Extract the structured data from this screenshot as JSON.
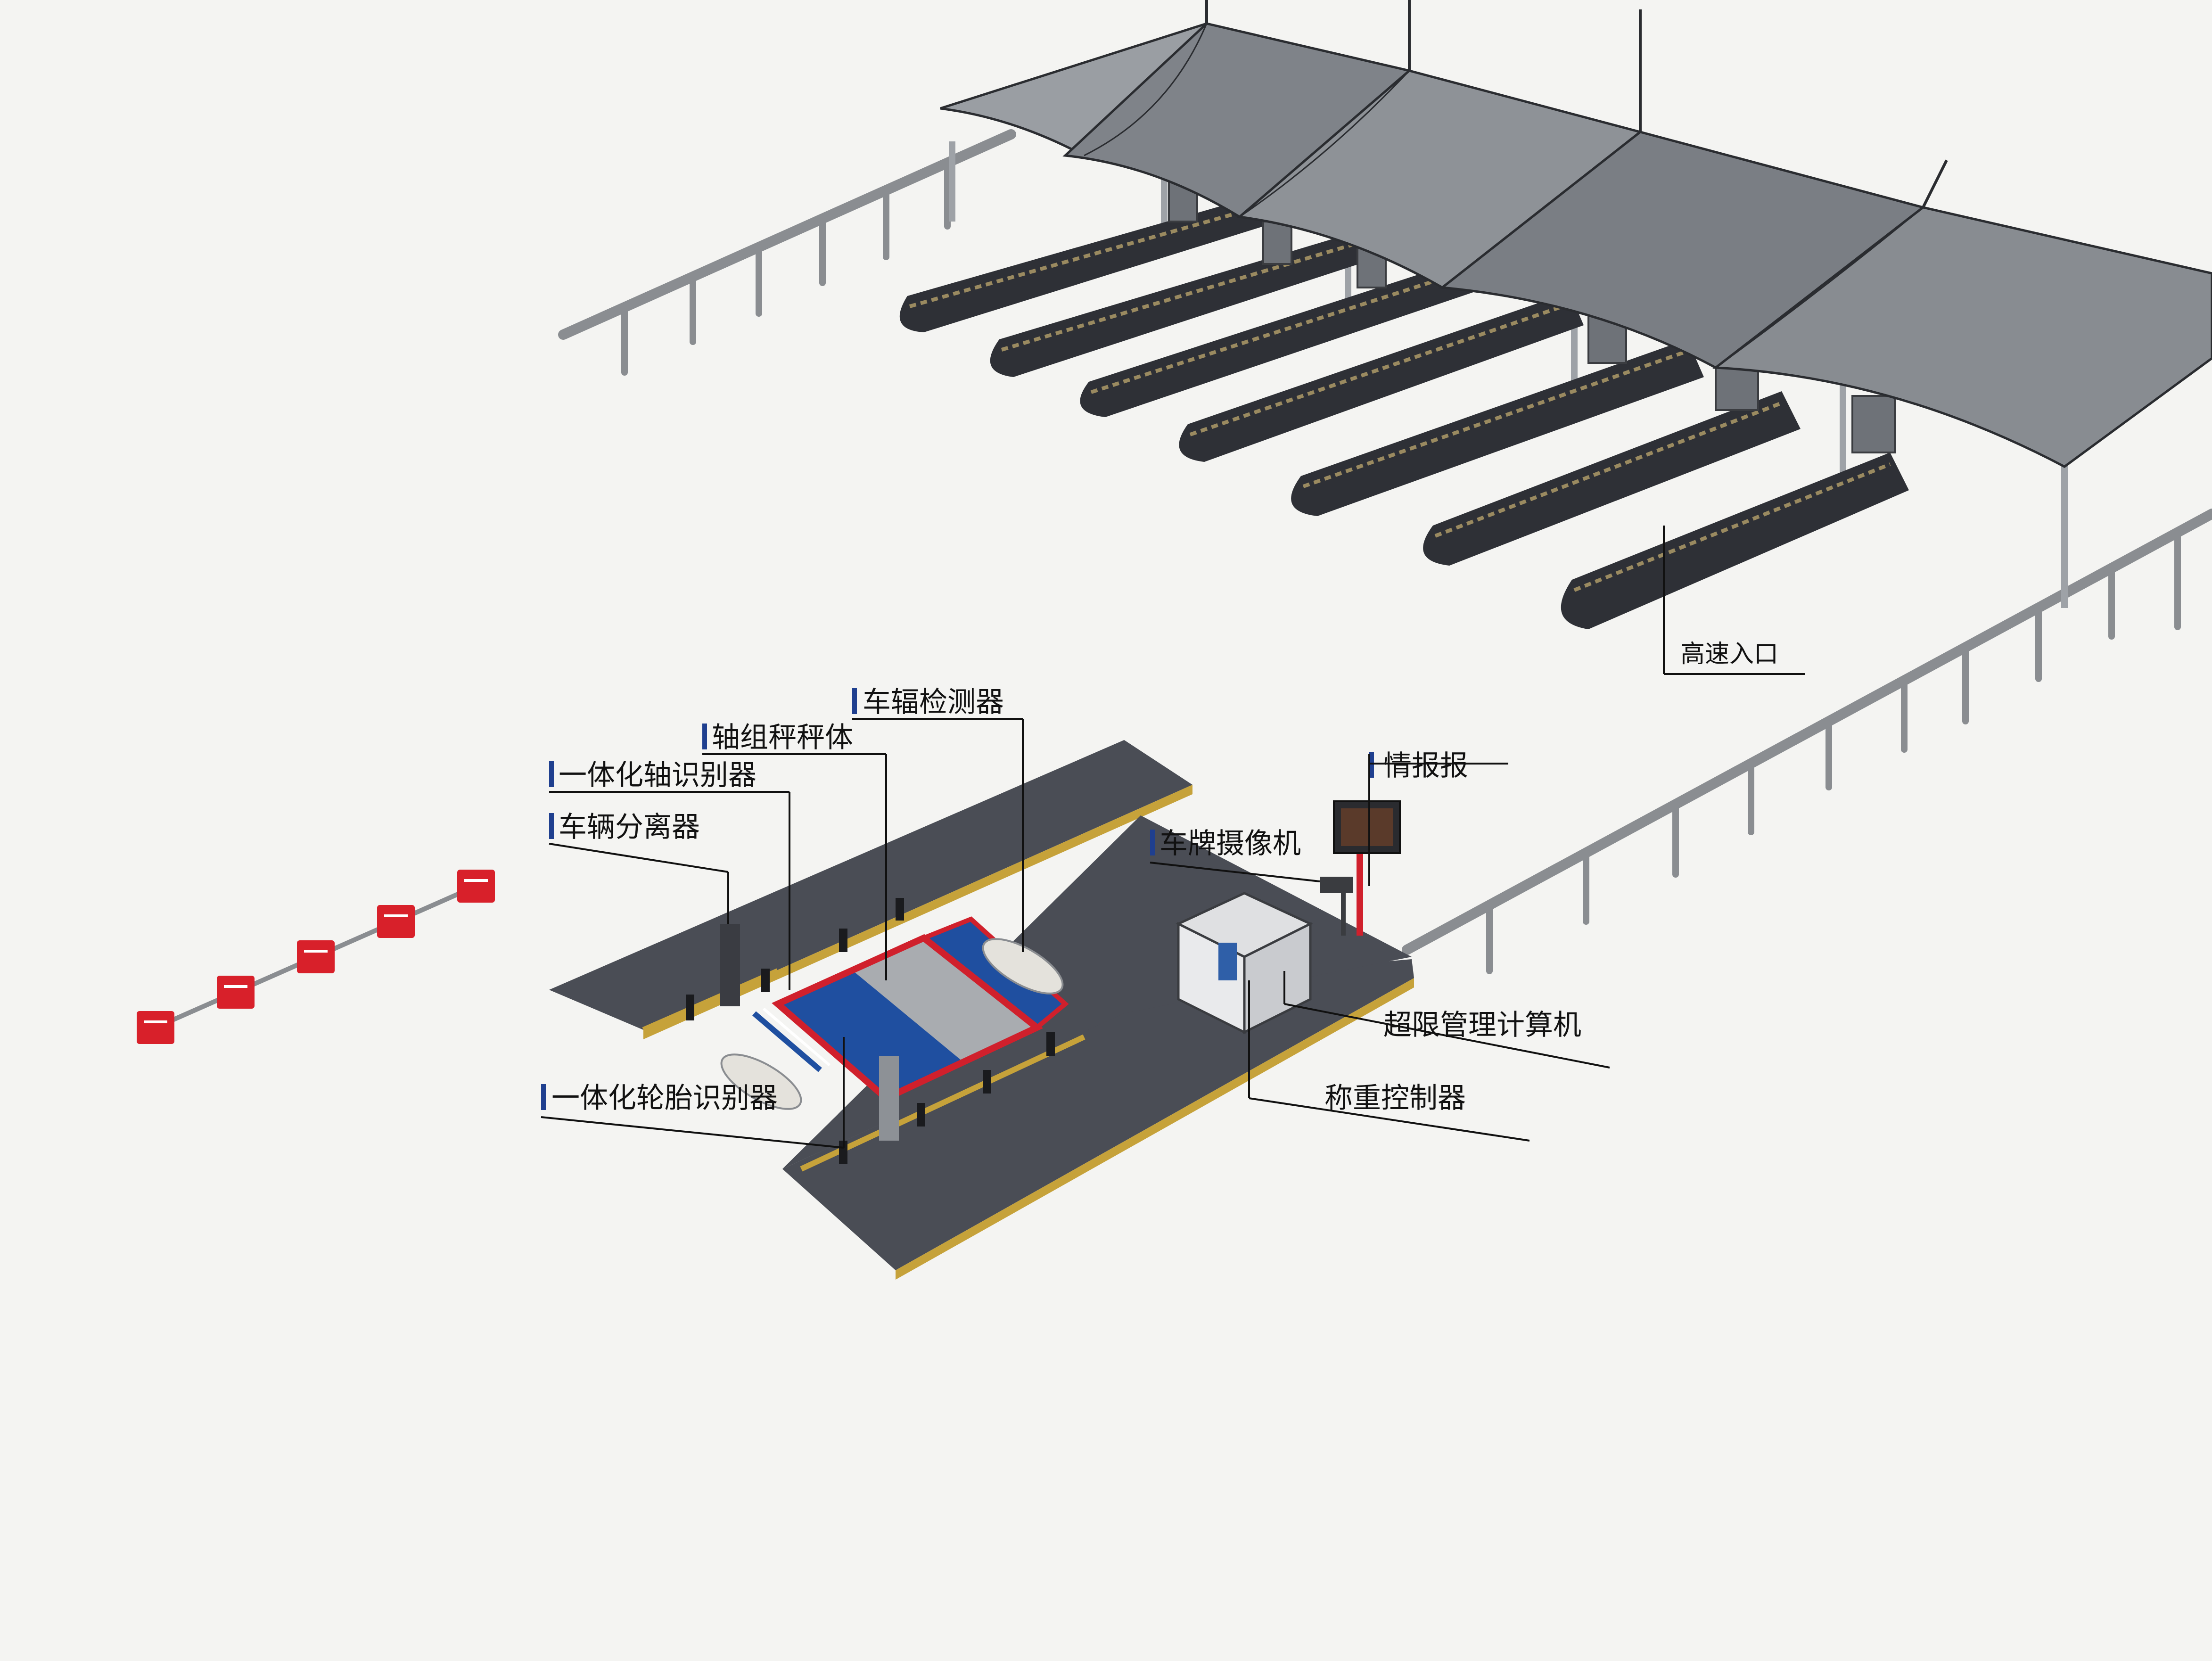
{
  "labels": {
    "highway_entrance": "高速入口",
    "wheel_axle_detector": "车辐检测器",
    "axle_group_scale": "轴组秤秤体",
    "integrated_axle_identifier": "一体化轴识别器",
    "vehicle_separator": "车辆分离器",
    "info_board": "情报报",
    "plate_camera": "车牌摄像机",
    "overlimit_computer": "超限管理计算机",
    "weighing_controller": "称重控制器",
    "integrated_tire_identifier": "一体化轮胎识别器"
  },
  "colors": {
    "background": "#f4f4f2",
    "road": "#4a4d55",
    "road_edge": "#c6a23a",
    "canopy": "#8d9196",
    "scale_blue": "#1f4fa0",
    "scale_gray": "#a9acb0",
    "scale_red": "#d0202c",
    "barrier_red": "#d8202a",
    "label_tick": "#1f3f8f",
    "guardrail": "#8a8d91"
  },
  "icons": {
    "label_marker": "blue-vertical-bar"
  }
}
